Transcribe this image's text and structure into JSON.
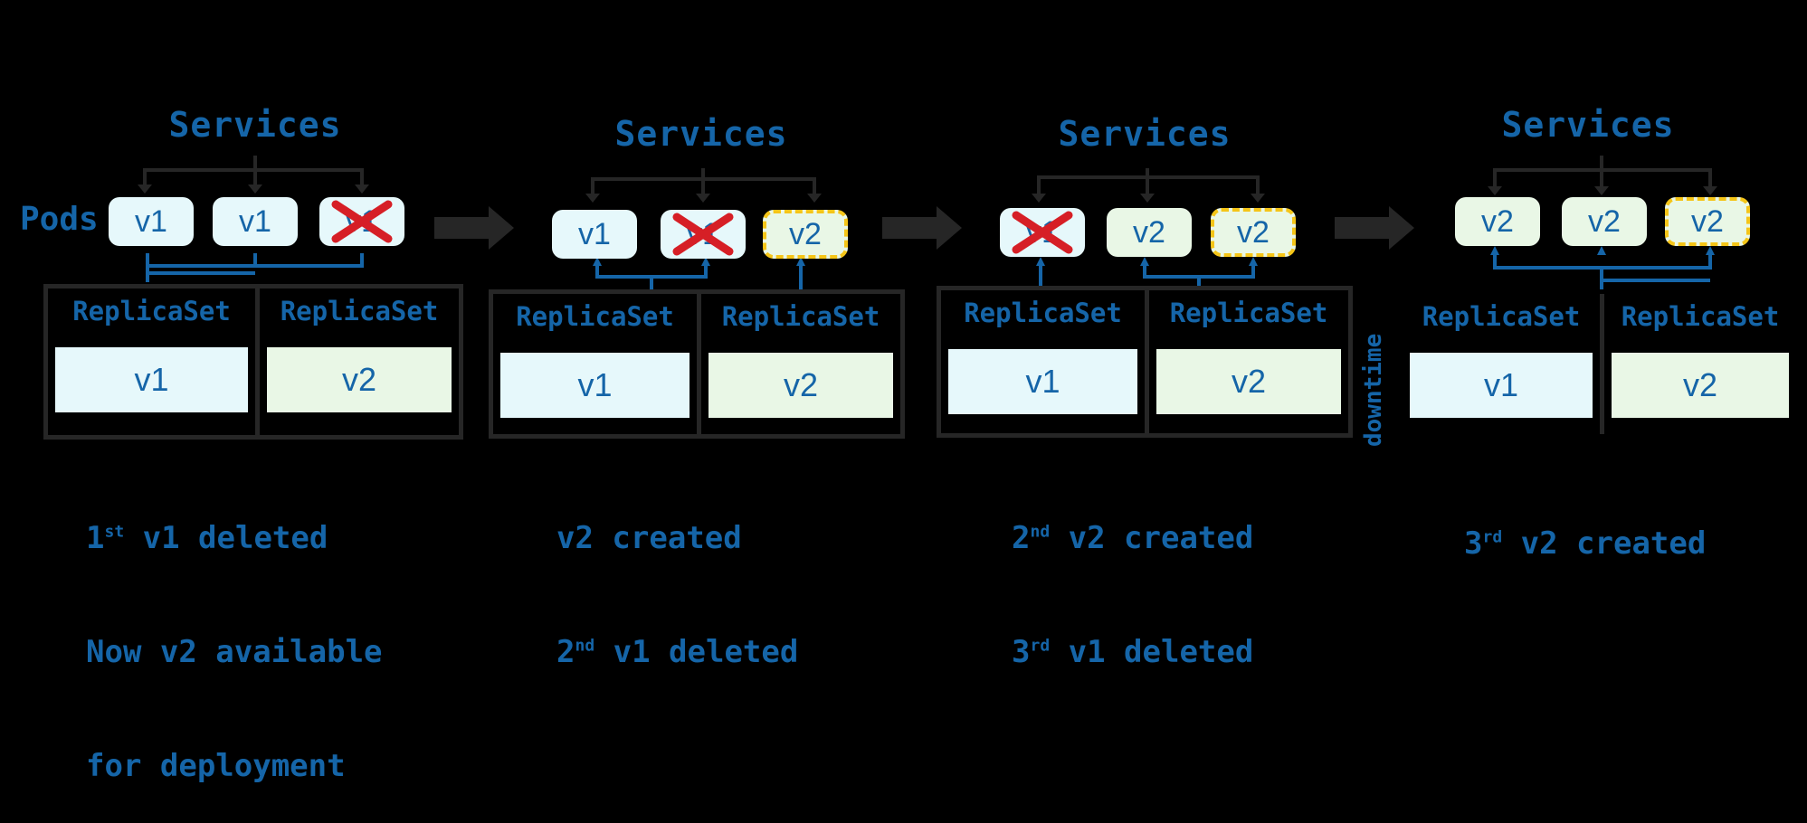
{
  "services_label": "Services",
  "pods_label": "Pods",
  "rs_label": "ReplicaSet",
  "vertical_label": "downtime",
  "v1": "v1",
  "v2": "v2",
  "panels": [
    {
      "pods": [
        {
          "label": "v1",
          "type": "v1"
        },
        {
          "label": "v1",
          "type": "v1"
        },
        {
          "label": "v1",
          "type": "v1",
          "deleted": true
        }
      ],
      "caption_lines": [
        {
          "pre": "1",
          "sup": "st",
          "post": " v1 deleted"
        },
        {
          "pre": "Now v2 available",
          "sup": "",
          "post": ""
        },
        {
          "pre": "for deployment",
          "sup": "",
          "post": ""
        }
      ]
    },
    {
      "pods": [
        {
          "label": "v1",
          "type": "v1"
        },
        {
          "label": "v1",
          "type": "v1",
          "deleted": true
        },
        {
          "label": "v2",
          "type": "v2",
          "new": true
        }
      ],
      "caption_lines": [
        {
          "pre": "v2 created",
          "sup": "",
          "post": ""
        },
        {
          "pre": "2",
          "sup": "nd",
          "post": " v1 deleted"
        }
      ]
    },
    {
      "pods": [
        {
          "label": "v1",
          "type": "v1",
          "deleted": true
        },
        {
          "label": "v2",
          "type": "v2"
        },
        {
          "label": "v2",
          "type": "v2",
          "new": true
        }
      ],
      "caption_lines": [
        {
          "pre": "2",
          "sup": "nd",
          "post": " v2 created"
        },
        {
          "pre": "3",
          "sup": "rd",
          "post": " v1 deleted"
        }
      ]
    },
    {
      "pods": [
        {
          "label": "v2",
          "type": "v2"
        },
        {
          "label": "v2",
          "type": "v2"
        },
        {
          "label": "v2",
          "type": "v2",
          "new": true
        }
      ],
      "caption_lines": [
        {
          "pre": "3",
          "sup": "rd",
          "post": " v2 created"
        }
      ]
    }
  ],
  "colors": {
    "text": "#1565a8",
    "v1_bg": "#e6f8fb",
    "v2_bg": "#e9f7e6",
    "new_border": "#f5c518",
    "delete_x": "#d61f26",
    "line": "#262626",
    "connector": "#1565a8"
  }
}
